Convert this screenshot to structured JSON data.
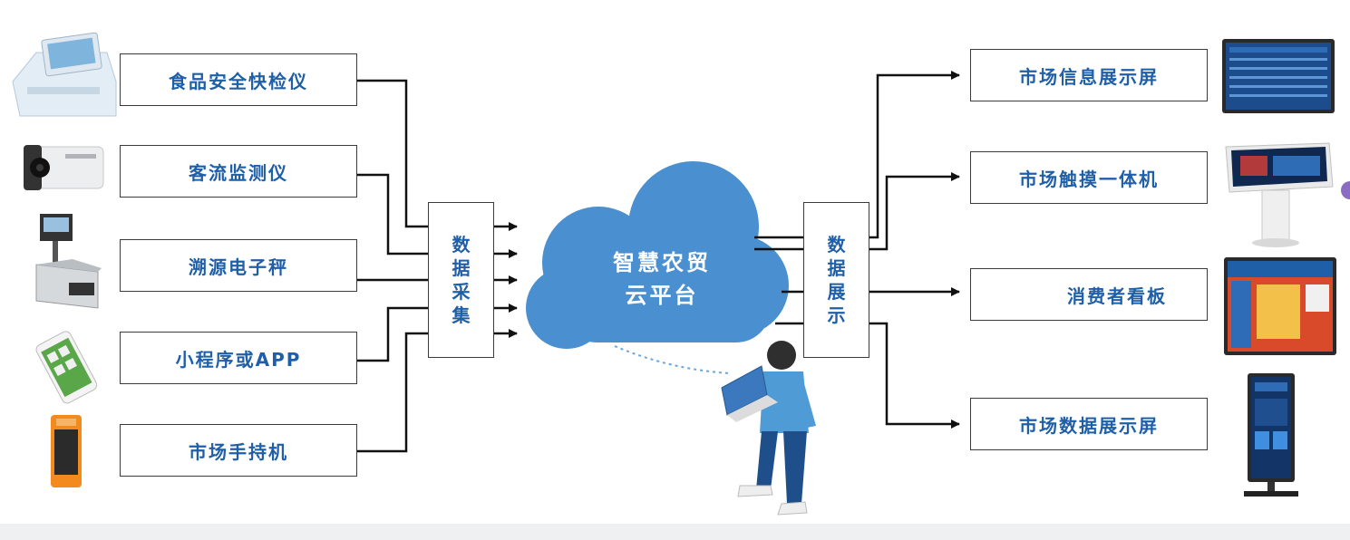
{
  "left_devices": [
    {
      "label": "食品安全快检仪",
      "icon": "food-safety-tester-icon"
    },
    {
      "label": "客流监测仪",
      "icon": "security-camera-icon"
    },
    {
      "label": "溯源电子秤",
      "icon": "electronic-scale-icon"
    },
    {
      "label": "小程序或APP",
      "icon": "smartphone-icon"
    },
    {
      "label": "市场手持机",
      "icon": "handheld-terminal-icon"
    }
  ],
  "collect_box": "数据采集",
  "cloud": {
    "line1": "智慧农贸",
    "line2": "云平台"
  },
  "display_box": "数据展示",
  "right_outputs": [
    {
      "label": "市场信息展示屏",
      "icon": "info-display-screen-icon"
    },
    {
      "label": "市场触摸一体机",
      "icon": "touch-kiosk-icon"
    },
    {
      "label": "消费者看板",
      "icon": "consumer-board-icon"
    },
    {
      "label": "市场数据展示屏",
      "icon": "data-display-stand-icon"
    }
  ],
  "colors": {
    "accent": "#1f5fa8",
    "cloud": "#4a8fd0",
    "line": "#111111",
    "box_border": "#3a3a3a"
  }
}
